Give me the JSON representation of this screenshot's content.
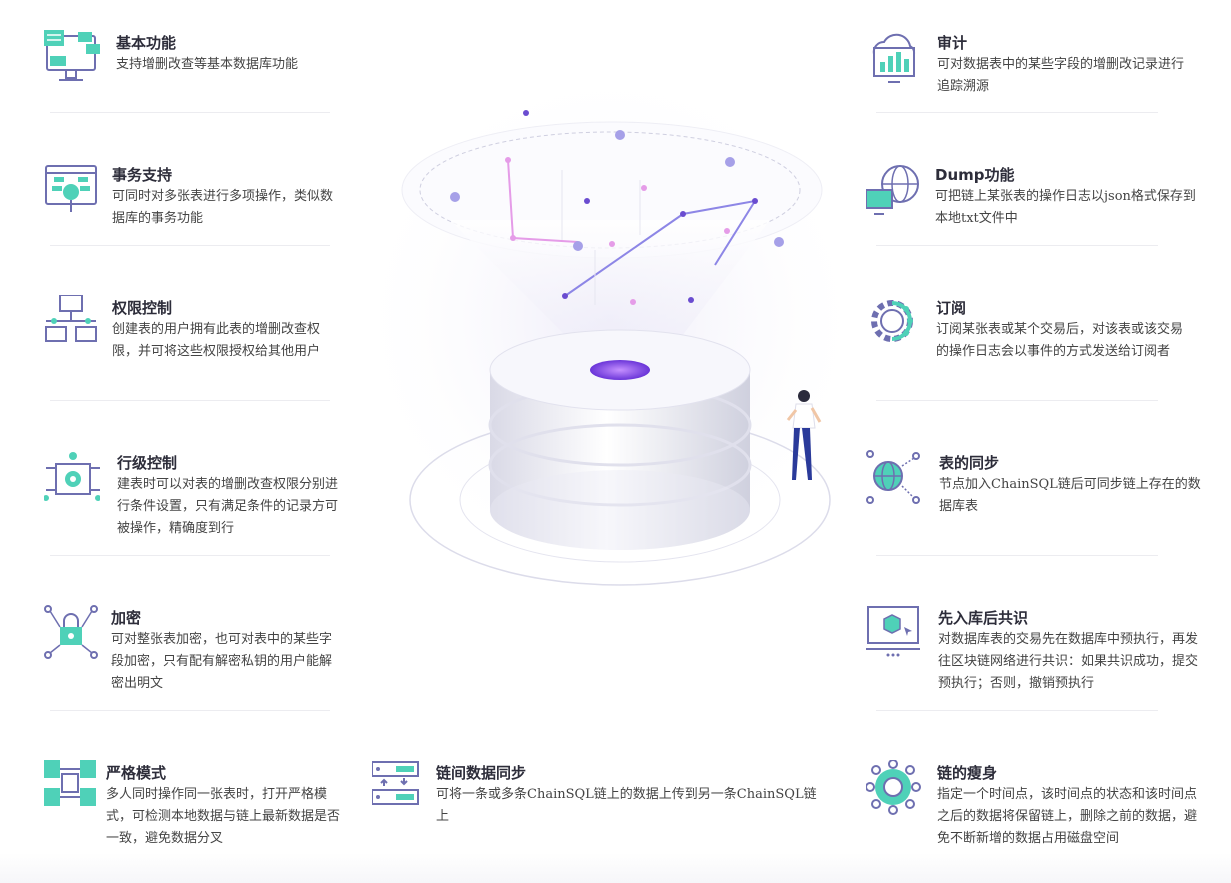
{
  "features": [
    {
      "id": "basic",
      "title": "基本功能",
      "desc": "支持增删改查等基本数据库功能",
      "icon": "monitor-panels-icon"
    },
    {
      "id": "tx",
      "title": "事务支持",
      "desc": "可同时对多张表进行多项操作，类似数据库的事务功能",
      "icon": "bulb-monitor-icon"
    },
    {
      "id": "perm",
      "title": "权限控制",
      "desc": "创建表的用户拥有此表的增删改查权限，并可将这些权限授权给其他用户",
      "icon": "network-monitors-icon"
    },
    {
      "id": "row",
      "title": "行级控制",
      "desc": "建表时可以对表的增删改查权限分别进行条件设置，只有满足条件的记录方可被操作，精确度到行",
      "icon": "gear-chip-icon"
    },
    {
      "id": "enc",
      "title": "加密",
      "desc": "可对整张表加密，也可对表中的某些字段加密，只有配有解密私钥的用户能解密出明文",
      "icon": "lock-network-icon"
    },
    {
      "id": "strict",
      "title": "严格模式",
      "desc": "多人同时操作同一张表时，打开严格模式，可检测本地数据与链上最新数据是否一致，避免数据分叉",
      "icon": "documents-flow-icon"
    },
    {
      "id": "cross",
      "title": "链间数据同步",
      "desc": "可将一条或多条ChainSQL链上的数据上传到另一条ChainSQL链上",
      "icon": "server-sync-icon"
    },
    {
      "id": "audit",
      "title": "审计",
      "desc": "可对数据表中的某些字段的增删改记录进行追踪溯源",
      "icon": "cloud-chart-icon"
    },
    {
      "id": "dump",
      "title": "Dump功能",
      "desc": "可把链上某张表的操作日志以json格式保存到本地txt文件中",
      "icon": "globe-monitor-icon"
    },
    {
      "id": "sub",
      "title": "订阅",
      "desc": "订阅某张表或某个交易后，对该表或该交易的操作日志会以事件的方式发送给订阅者",
      "icon": "gear-network-icon"
    },
    {
      "id": "sync",
      "title": "表的同步",
      "desc": "节点加入ChainSQL链后可同步链上存在的数据库表",
      "icon": "globe-nodes-icon"
    },
    {
      "id": "consensus",
      "title": "先入库后共识",
      "desc": "对数据库表的交易先在数据库中预执行，再发往区块链网络进行共识：如果共识成功，提交预执行；否则，撤销预执行",
      "icon": "cube-laptop-icon"
    },
    {
      "id": "slim",
      "title": "链的瘦身",
      "desc": "指定一个时间点，该时间点的状态和该时间点之后的数据将保留链上，删除之前的数据，避免不断新增的数据占用磁盘空间",
      "icon": "hub-nodes-icon"
    }
  ],
  "colors": {
    "accent": "#4fd1b8",
    "line": "#6e6fb0",
    "purple": "#7b5ee0"
  }
}
